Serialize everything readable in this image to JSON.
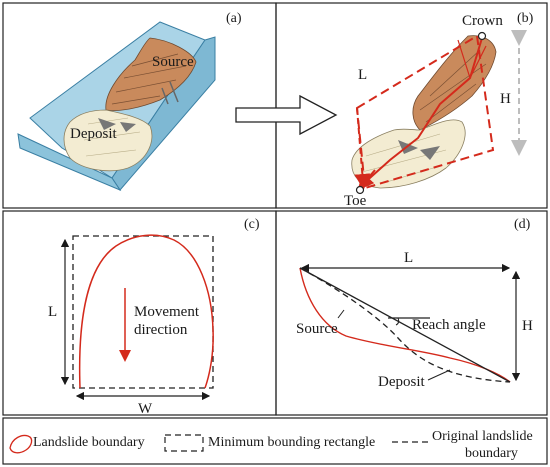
{
  "panels": {
    "a": {
      "label": "(a)",
      "source": "Source",
      "deposit": "Deposit"
    },
    "b": {
      "label": "(b)",
      "crown": "Crown",
      "toe": "Toe",
      "l": "L",
      "h": "H"
    },
    "c": {
      "label": "(c)",
      "l": "L",
      "w": "W",
      "movement_line1": "Movement",
      "movement_line2": "direction"
    },
    "d": {
      "label": "(d)",
      "l": "L",
      "h": "H",
      "source": "Source",
      "reach_angle": "Reach angle",
      "deposit": "Deposit"
    }
  },
  "legend": {
    "landslide_boundary": "Landslide boundary",
    "min_rect": "Minimum bounding rectangle",
    "original_line1": "Original landslide",
    "original_line2": "boundary"
  },
  "colors": {
    "boundary_red": "#d42a1c",
    "slope_blue": "#a9d3e6",
    "source_brown": "#c98a5c",
    "deposit_cream": "#f3ecd2"
  }
}
